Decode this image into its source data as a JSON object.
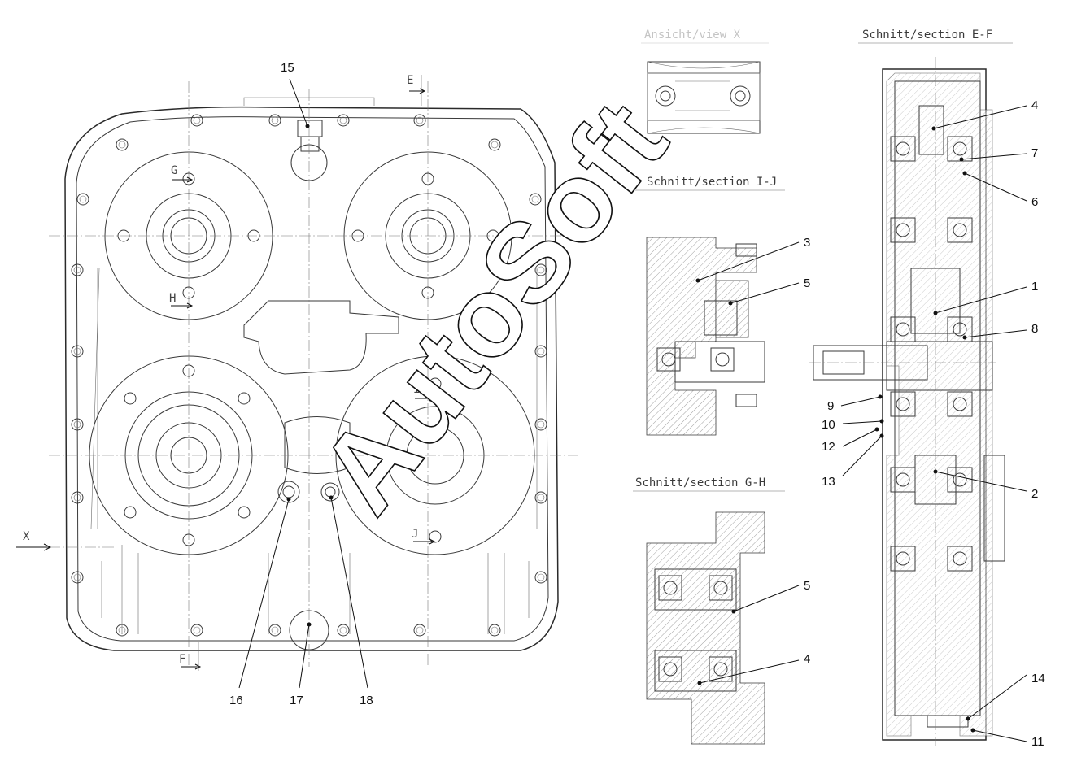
{
  "views": {
    "view_x_title": "Ansicht/view X",
    "section_ij_title": "Schnitt/section I-J",
    "section_gh_title": "Schnitt/section G-H",
    "section_ef_title": "Schnitt/section E-F"
  },
  "section_marks": [
    "E",
    "F",
    "G",
    "H",
    "I",
    "J",
    "X"
  ],
  "callouts": {
    "main": [
      "15",
      "16",
      "17",
      "18"
    ],
    "section_ij": [
      "3",
      "5"
    ],
    "section_gh": [
      "5",
      "4"
    ],
    "section_ef": [
      "4",
      "7",
      "6",
      "1",
      "8",
      "9",
      "10",
      "12",
      "13",
      "2",
      "14",
      "11"
    ]
  },
  "watermark": "AutoSoft"
}
